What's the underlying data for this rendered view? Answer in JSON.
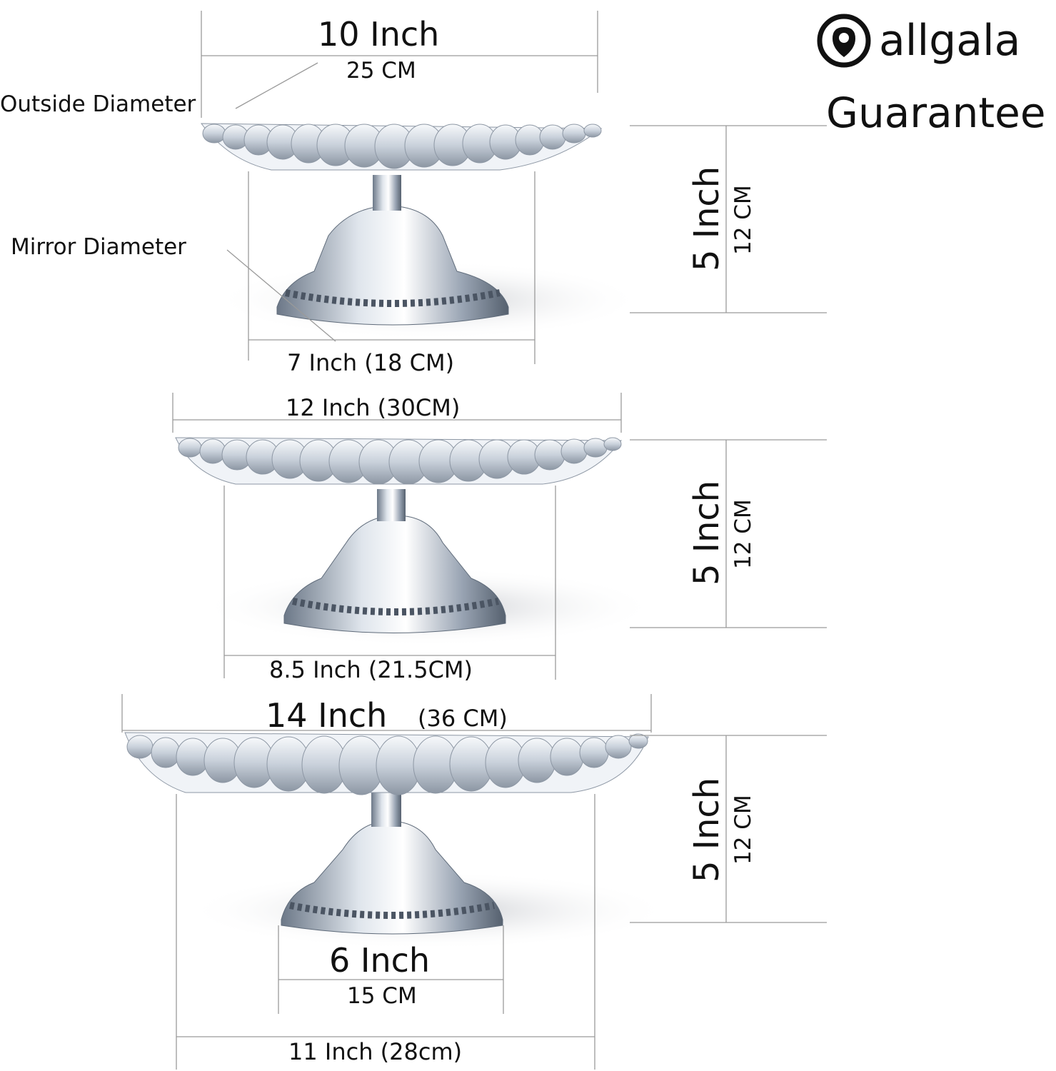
{
  "brand": {
    "name": "allgala",
    "tagline": "Guarantee",
    "logo_icon": "allgala-logo-icon"
  },
  "stands": [
    {
      "outside_inch": "10 Inch",
      "outside_cm": "25 CM",
      "base": "7 Inch (18 CM)",
      "height_inch": "5 Inch",
      "height_cm": "12 CM"
    },
    {
      "outside": "12 Inch (30CM)",
      "base": "8.5 Inch (21.5CM)",
      "height_inch": "5 Inch",
      "height_cm": "12 CM"
    },
    {
      "outside_inch": "14 Inch",
      "outside_cm": "(36 CM)",
      "mirror_inch": "6 Inch",
      "mirror_cm": "15 CM",
      "base": "11 Inch (28cm)",
      "height_inch": "5 Inch",
      "height_cm": "12 CM"
    }
  ],
  "callouts": {
    "outside_diameter": "Outside Diameter",
    "mirror_diameter": "Mirror Diameter"
  },
  "colors": {
    "line": "#9a9a9a",
    "silver_light": "#e9eef4",
    "silver_mid": "#b8c2cf",
    "silver_dark": "#5f6b7a"
  }
}
